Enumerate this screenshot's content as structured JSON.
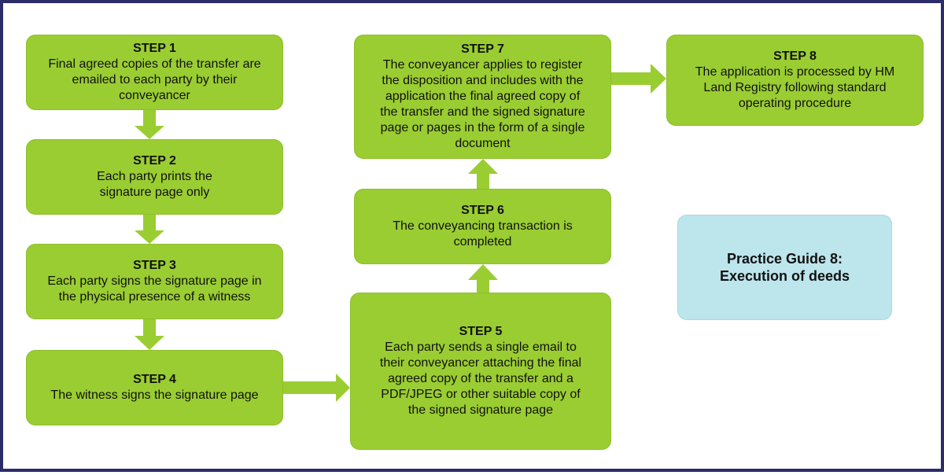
{
  "colors": {
    "step_fill": "#9acd32",
    "arrow_fill": "#9acd32",
    "guide_fill": "#bde5ec",
    "frame_border": "#2b2d6b"
  },
  "steps": [
    {
      "title": "STEP 1",
      "lines": [
        "Final agreed copies of the transfer are",
        "emailed to each party by their",
        "conveyancer"
      ]
    },
    {
      "title": "STEP 2",
      "lines": [
        "Each party prints the",
        "signature page only"
      ]
    },
    {
      "title": "STEP 3",
      "lines": [
        "Each party signs the signature page in",
        "the physical presence of a witness"
      ]
    },
    {
      "title": "STEP 4",
      "lines": [
        "The witness signs the signature page"
      ]
    },
    {
      "title": "STEP 5",
      "lines": [
        "Each party sends a single email to",
        "their conveyancer attaching the final",
        "agreed copy of the transfer and a",
        "PDF/JPEG or other suitable copy of",
        "the signed signature page"
      ]
    },
    {
      "title": "STEP 6",
      "lines": [
        "The conveyancing transaction is",
        "completed"
      ]
    },
    {
      "title": "STEP 7",
      "lines": [
        "The conveyancer applies to register",
        "the disposition and includes with the",
        "application the final agreed copy of",
        "the transfer and the signed signature",
        "page or pages in the form of a single",
        "document"
      ]
    },
    {
      "title": "STEP 8",
      "lines": [
        "The application is processed by HM",
        "Land Registry following standard",
        "operating procedure"
      ]
    }
  ],
  "guide": {
    "lines": [
      "Practice Guide 8:",
      "Execution of deeds"
    ]
  }
}
